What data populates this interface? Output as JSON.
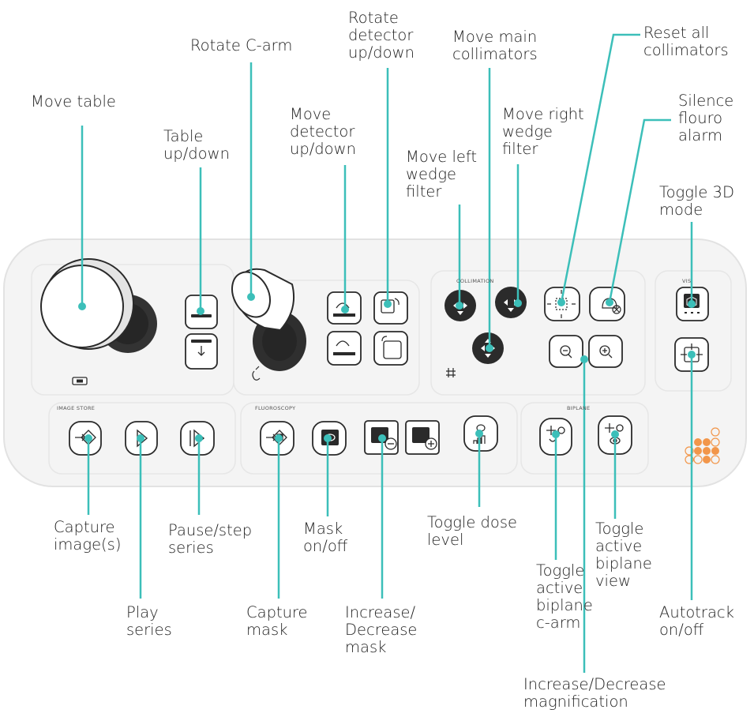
{
  "colors": {
    "accent": "#3cbfb9",
    "button_fill": "#ffffff",
    "button_stroke": "#2a2a2a",
    "joystick": "#2b2b2b",
    "panel": "#f3f3f3",
    "panel_border": "#e1e1e1",
    "orange": "#f2964a"
  },
  "sections": {
    "collimation": "COLLIMATION",
    "vis": "VIS",
    "image_store": "IMAGE STORE",
    "fluoroscopy": "FLUOROSCOPY",
    "biplane": "BIPLANE"
  },
  "labels": {
    "move_table": "Move table",
    "table_updown": "Table\nup/down",
    "rotate_carm": "Rotate C-arm",
    "move_detector": "Move\ndetector\nup/down",
    "rotate_detector": "Rotate\ndetector\nup/down",
    "move_left_wedge": "Move left\nwedge\nfilter",
    "move_main_coll": "Move main\ncollimators",
    "move_right_wedge": "Move right\nwedge\nfilter",
    "reset_coll": "Reset all\ncollimators",
    "silence_alarm": "Silence\nflouro\nalarm",
    "toggle_3d": "Toggle 3D\nmode",
    "capture_images": "Capture\nimage(s)",
    "play_series": "Play\nseries",
    "pause_step": "Pause/step\nseries",
    "capture_mask": "Capture\nmask",
    "mask_onoff": "Mask\non/off",
    "incdec_mask": "Increase/\nDecrease\nmask",
    "toggle_dose": "Toggle dose\nlevel",
    "toggle_biplane_carm": "Toggle\nactive\nbiplane\nc-arm",
    "toggle_biplane_view": "Toggle\nactive\nbiplane\nview",
    "incdec_mag": "Increase/Decrease\nmagnification",
    "autotrack": "Autotrack\non/off"
  },
  "icons": {
    "table_up": "table-up-icon",
    "table_down": "table-down-icon",
    "detector_up": "detector-up-icon",
    "detector_down": "detector-down-icon",
    "rotate_cw": "rotate-cw-icon",
    "rotate_ccw": "rotate-ccw-icon",
    "reset_collimators": "reset-collimators-icon",
    "alarm_silence": "alarm-silence-icon",
    "zoom_out": "zoom-out-icon",
    "zoom_in": "zoom-in-icon",
    "vis_3d": "cube-3d-icon",
    "autotrack": "autotrack-icon",
    "capture": "capture-icon",
    "play": "play-icon",
    "pause_step": "pause-step-icon",
    "mask": "mask-icon",
    "mask_minus": "mask-minus-icon",
    "mask_plus": "mask-plus-icon",
    "dose": "dose-icon",
    "biplane_carm": "biplane-carm-icon",
    "biplane_view": "biplane-view-icon"
  }
}
